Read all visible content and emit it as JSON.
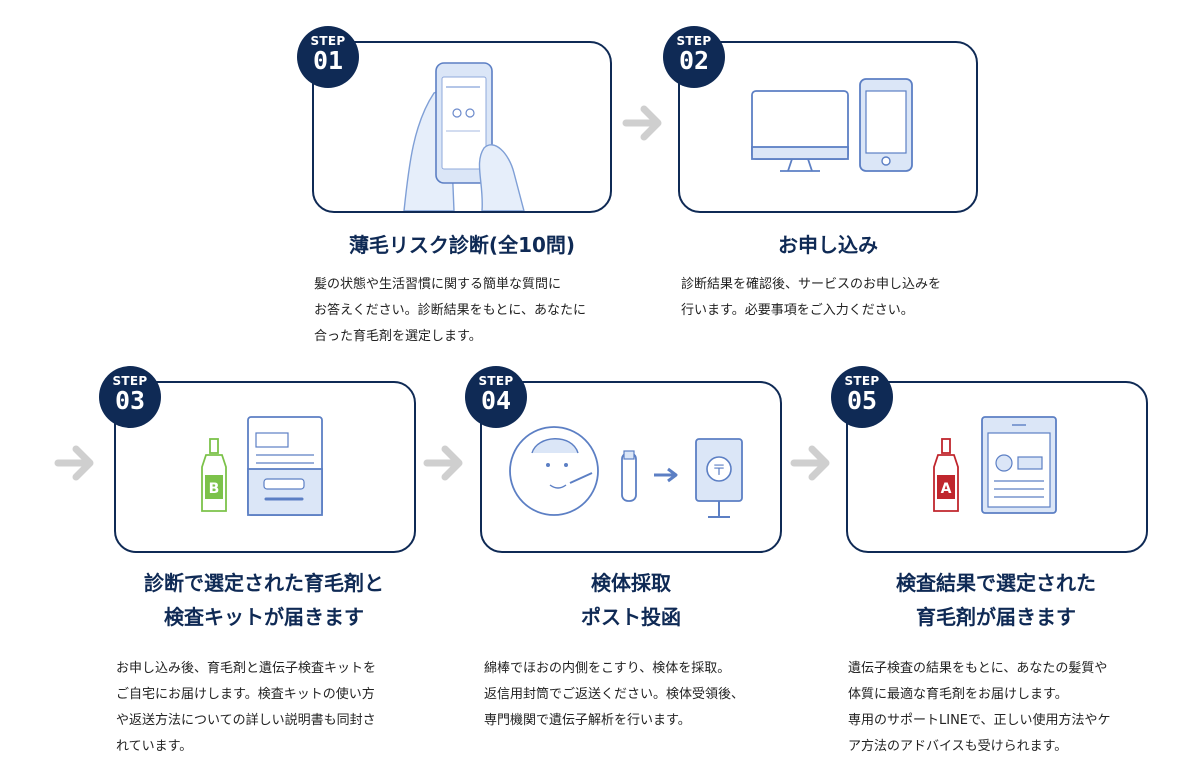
{
  "step_label": "STEP",
  "steps": [
    {
      "num": "01",
      "title": "薄毛リスク診断(全10問)",
      "desc": [
        "髪の状態や生活習慣に関する簡単な質問に",
        "お答えください。診断結果をもとに、あなたに",
        "合った育毛剤を選定します。"
      ]
    },
    {
      "num": "02",
      "title": "お申し込み",
      "desc": [
        "診断結果を確認後、サービスのお申し込みを",
        "行います。必要事項をご入力ください。"
      ]
    },
    {
      "num": "03",
      "title_lines": [
        "診断で選定された育毛剤と",
        "検査キットが届きます"
      ],
      "desc": [
        "お申し込み後、育毛剤と遺伝子検査キットを",
        "ご自宅にお届けします。検査キットの使い方",
        "や返送方法についての詳しい説明書も同封さ",
        "れています。"
      ],
      "bottle_letter": "B"
    },
    {
      "num": "04",
      "title_lines": [
        "検体採取",
        "ポスト投函"
      ],
      "desc": [
        "綿棒でほおの内側をこすり、検体を採取。",
        "返信用封筒でご返送ください。検体受領後、",
        "専門機関で遺伝子解析を行います。"
      ]
    },
    {
      "num": "05",
      "title_lines": [
        "検査結果で選定された",
        "育毛剤が届きます"
      ],
      "desc": [
        "遺伝子検査の結果をもとに、あなたの髪質や",
        "体質に最適な育毛剤をお届けします。",
        "専用のサポートLINEで、正しい使用方法やケ",
        "ア方法のアドバイスも受けられます。"
      ],
      "bottle_letter": "A"
    }
  ],
  "colors": {
    "navy": "#0f2a55",
    "arrow": "#cfcfcf",
    "illus_fill": "#dbe6f7",
    "illus_stroke": "#5c7fc4",
    "green": "#7cc24a",
    "red": "#c0262d"
  }
}
